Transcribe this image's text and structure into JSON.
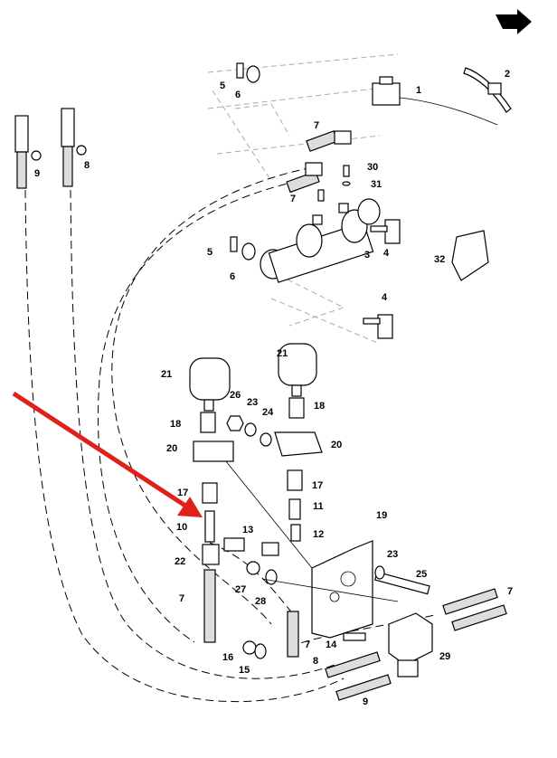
{
  "diagram": {
    "callouts": [
      "1",
      "2",
      "5",
      "6",
      "7",
      "9",
      "8",
      "30",
      "31",
      "7",
      "5",
      "6",
      "3",
      "4",
      "32",
      "4",
      "21",
      "21",
      "26",
      "23",
      "24",
      "18",
      "18",
      "20",
      "20",
      "17",
      "17",
      "11",
      "10",
      "12",
      "13",
      "19",
      "22",
      "23",
      "25",
      "27",
      "28",
      "7",
      "7",
      "29",
      "14",
      "7",
      "8",
      "16",
      "15",
      "9"
    ],
    "highlight_arrow_color": "#e0201b",
    "orientation_arrow": "direction-arrow-icon"
  }
}
